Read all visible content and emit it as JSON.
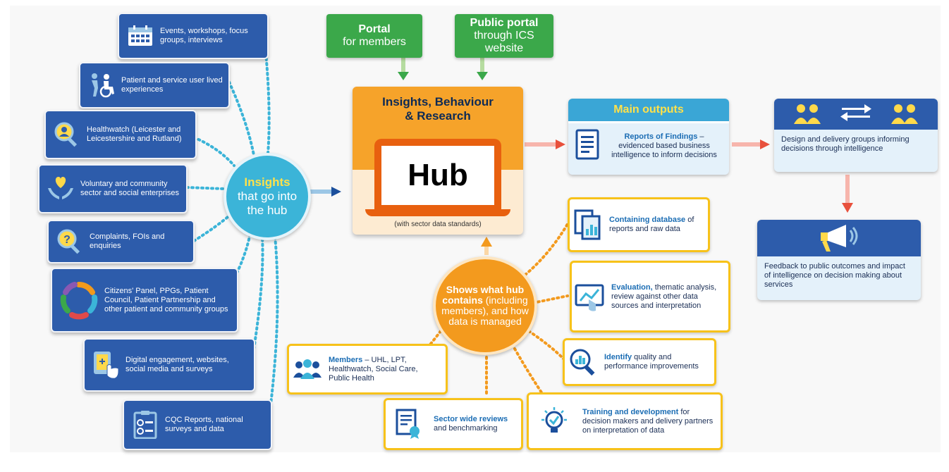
{
  "sources": [
    {
      "icon": "calendar-icon",
      "label": "Events, workshops, focus groups, interviews"
    },
    {
      "icon": "patient-wheelchair-icon",
      "label": "Patient and service user lived experiences"
    },
    {
      "icon": "magnifier-person-icon",
      "label": "Healthwatch (Leicester and Leicestershire and Rutland)"
    },
    {
      "icon": "heart-hands-icon",
      "label": "Voluntary and community sector and social enterprises"
    },
    {
      "icon": "question-magnifier-icon",
      "label": "Complaints, FOIs and enquiries"
    },
    {
      "icon": "community-circle-icon",
      "label": "Citizens' Panel, PPGs, Patient Council, Patient Partnership and other patient and community groups"
    },
    {
      "icon": "tablet-touch-icon",
      "label": "Digital engagement, websites, social media and surveys"
    },
    {
      "icon": "checklist-icon",
      "label": "CQC Reports, national surveys and data"
    }
  ],
  "insights_circle": {
    "line1": "Insights",
    "line2": "that go into",
    "line3": "the hub"
  },
  "portals": [
    {
      "line1": "Portal",
      "line2": "for members",
      "color": "#3ba84a"
    },
    {
      "line1": "Public portal",
      "line2": "through ICS website",
      "color": "#3ba84a"
    }
  ],
  "hub": {
    "title": "Insights, Behaviour & Research",
    "screen": "Hub",
    "note": "(with sector data standards)"
  },
  "outputs": {
    "header": "Main outputs",
    "bold": "Reports of Findings",
    "text": " – evidenced based business intelligence to inform decisions"
  },
  "design_box": {
    "text": "Design and delivery groups informing decisions through intelligence"
  },
  "feedback_box": {
    "text": "Feedback to public outcomes and impact of intelligence on decision making about services"
  },
  "shows_circle": {
    "bold": "Shows what hub contains",
    "rest": "(including members), and how data is managed"
  },
  "contains": [
    {
      "icon": "documents-chart-icon",
      "bold": "Containing database",
      "rest": " of reports and raw data"
    },
    {
      "icon": "screen-graph-icon",
      "bold": "Evaluation,",
      "rest": " thematic analysis, review against other data sources and interpretation"
    },
    {
      "icon": "magnifier-chart-icon",
      "bold": "Identify",
      "rest": " quality and performance improvements"
    },
    {
      "icon": "lightbulb-check-icon",
      "bold": "Training and development",
      "rest": " for decision makers and delivery partners on interpretation of data"
    },
    {
      "icon": "certificate-icon",
      "bold": "Sector wide reviews",
      "rest": " and benchmarking"
    },
    {
      "icon": "people-group-icon",
      "bold": "Members",
      "rest": " – UHL, LPT, Healthwatch, Social Care, Public Health"
    }
  ],
  "colors": {
    "blue": "#2d5cab",
    "cyan": "#3bb4d8",
    "orange": "#f39a1e",
    "green": "#3ba84a",
    "yellow": "#f7c21a",
    "red_arrow": "#f0786a"
  }
}
